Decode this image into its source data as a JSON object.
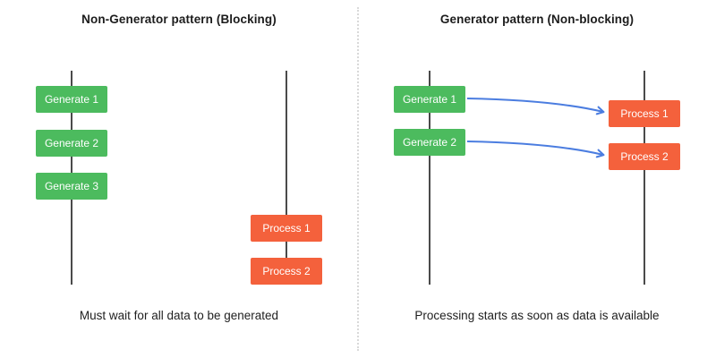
{
  "panels": [
    {
      "title": "Non-Generator pattern (Blocking)",
      "caption": "Must wait for all data to be generated",
      "generate_boxes": [
        {
          "label": "Generate 1"
        },
        {
          "label": "Generate 2"
        },
        {
          "label": "Generate 3"
        }
      ],
      "process_boxes": [
        {
          "label": "Process 1"
        },
        {
          "label": "Process 2"
        }
      ]
    },
    {
      "title": "Generator pattern (Non-blocking)",
      "caption": "Processing starts as soon as data is available",
      "generate_boxes": [
        {
          "label": "Generate 1"
        },
        {
          "label": "Generate 2"
        }
      ],
      "process_boxes": [
        {
          "label": "Process 1"
        },
        {
          "label": "Process 2"
        }
      ]
    }
  ],
  "colors": {
    "generate_box": "#4cbb5e",
    "process_box": "#f4613c",
    "arrow": "#4b7de0",
    "timeline": "#4a4a4a",
    "divider": "#d9d9d9",
    "text": "#1c1c1c",
    "background": "#ffffff"
  }
}
